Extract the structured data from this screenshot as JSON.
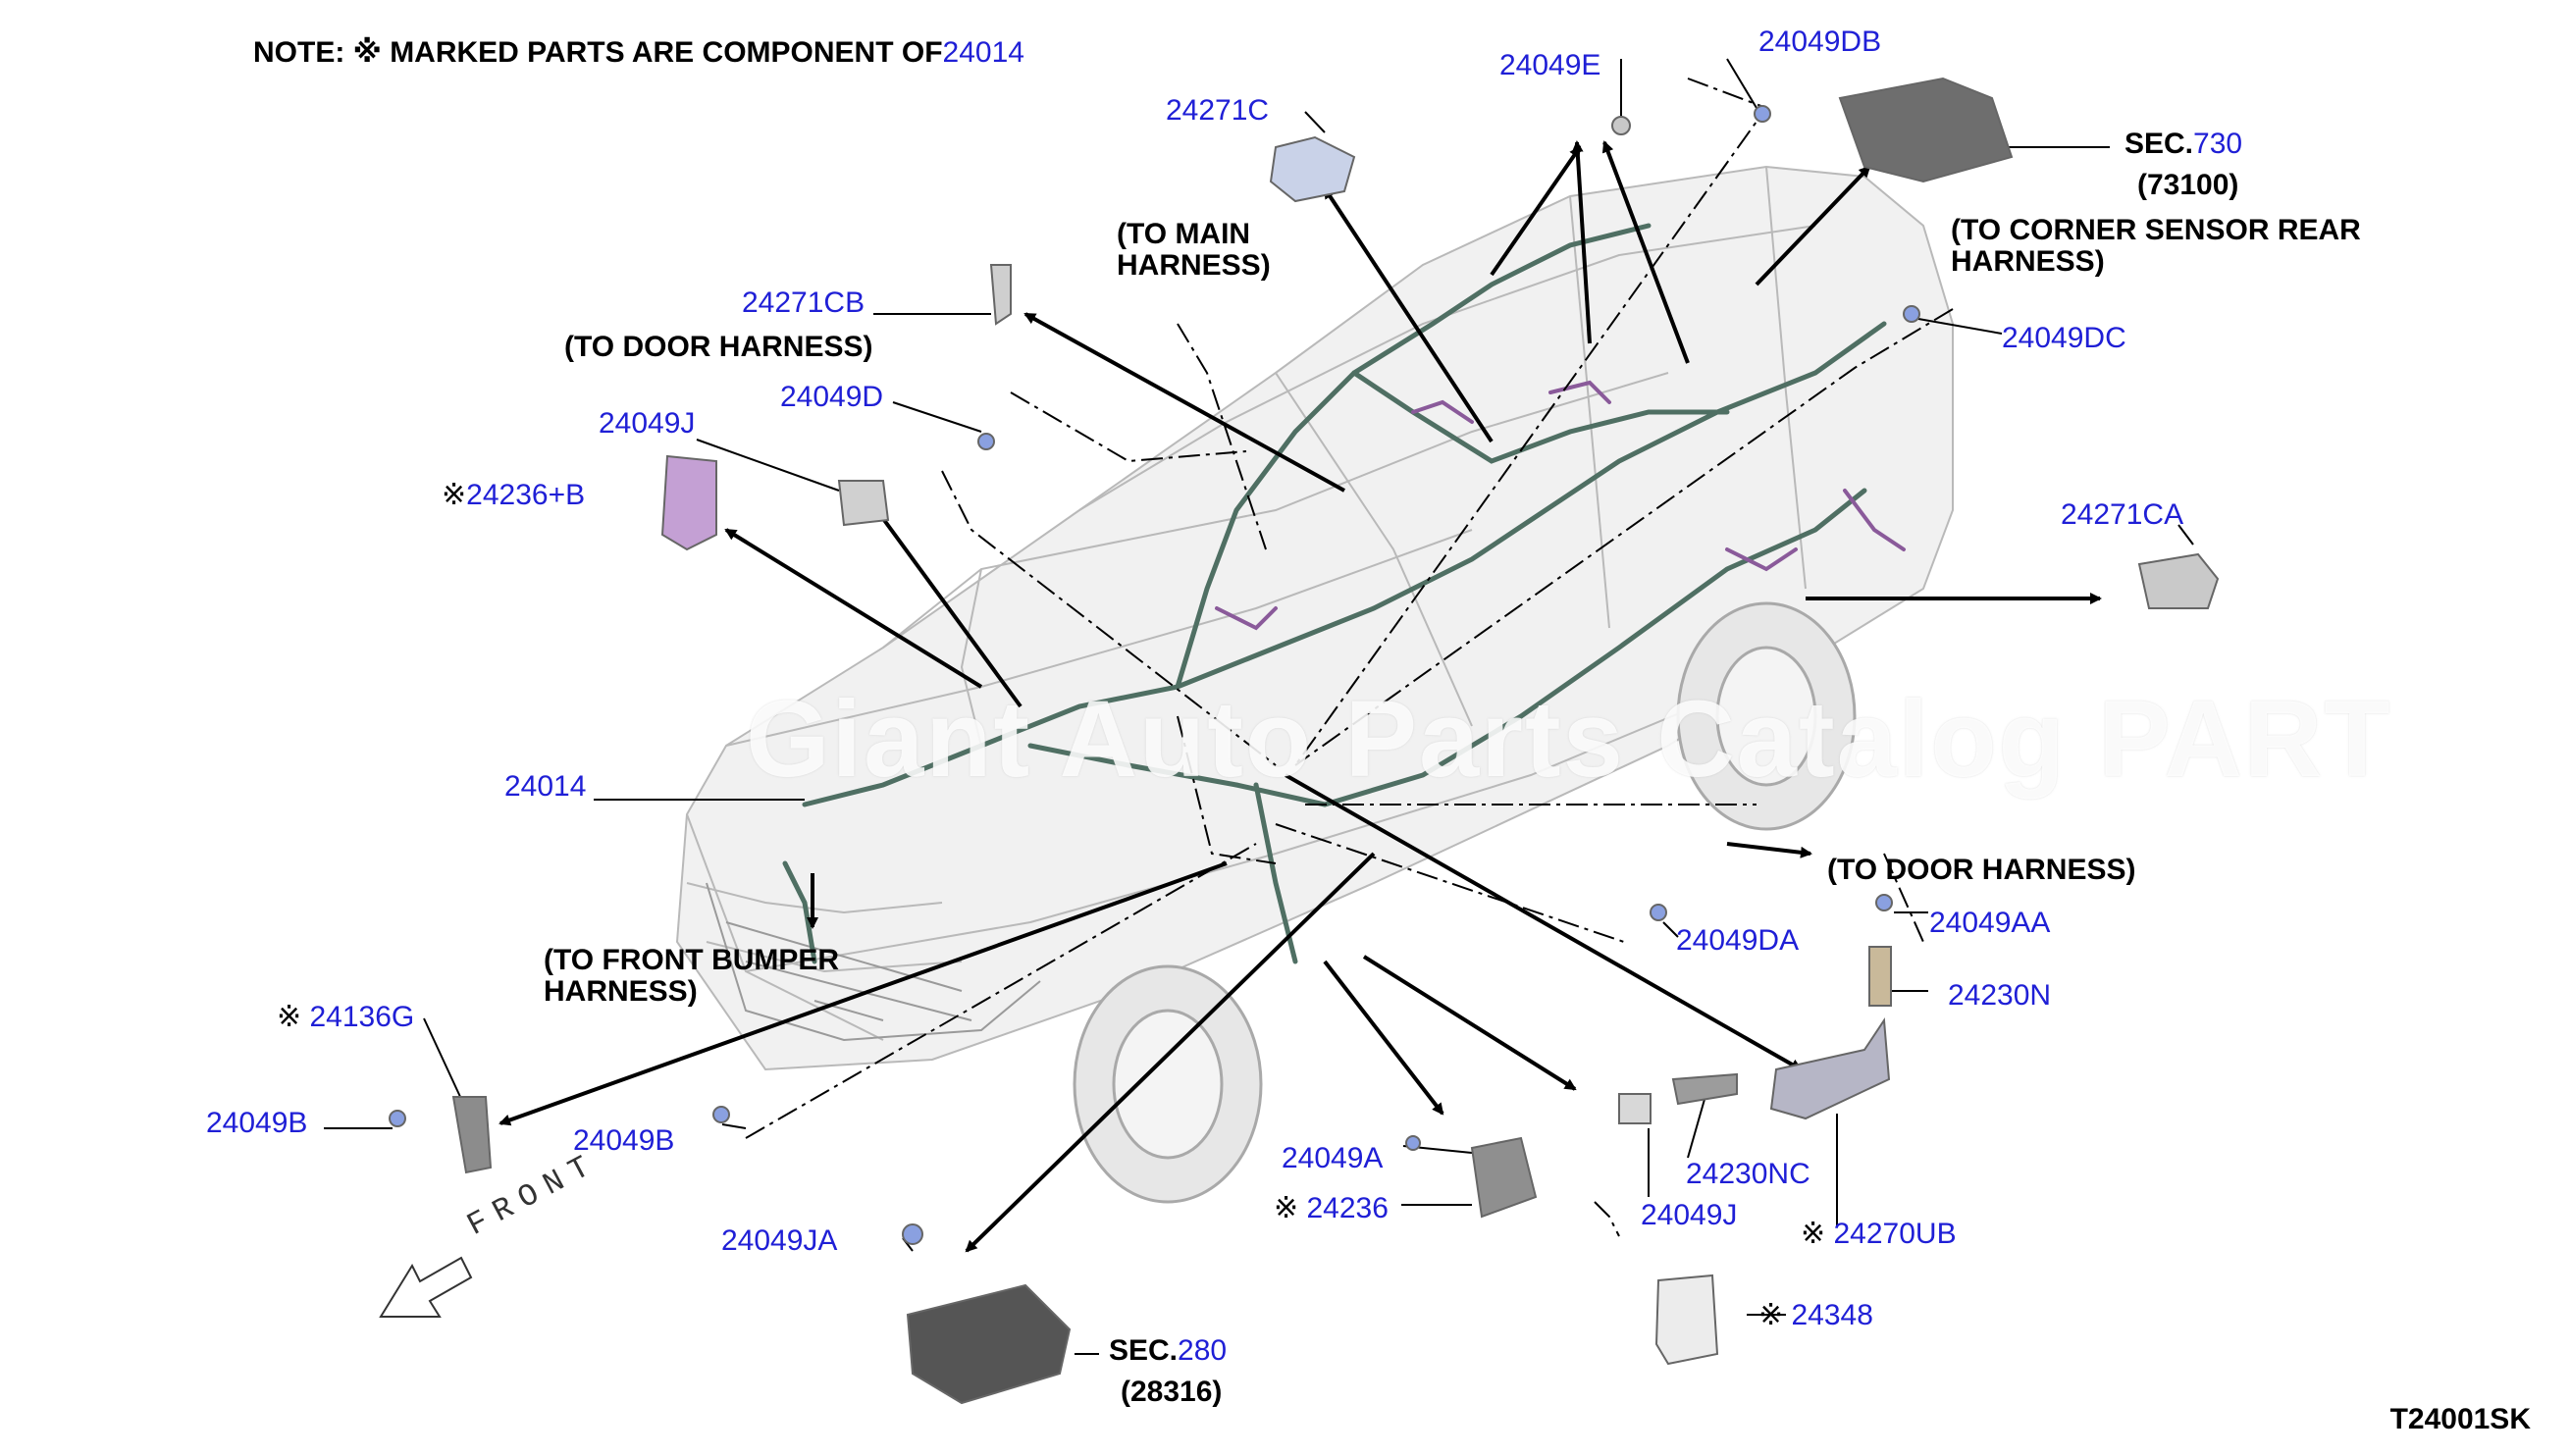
{
  "note": {
    "prefix": "NOTE:",
    "mark": "※",
    "text": "MARKED PARTS ARE COMPONENT OF",
    "part": "24014"
  },
  "diagram_code": "T24001SK",
  "watermark": "Giant Auto Parts Catalog PART",
  "front_label": "FRONT",
  "callouts": {
    "p24271C": "24271C",
    "p24049E": "24049E",
    "p24049DB": "24049DB",
    "p24271CB": "24271CB",
    "p24049D": "24049D",
    "p24049J_top": "24049J",
    "p24236B": "24236+B",
    "p24014": "24014",
    "p24049DC": "24049DC",
    "p24271CA": "24271CA",
    "p24049DA": "24049DA",
    "p24049AA": "24049AA",
    "p24230N": "24230N",
    "p24136G": "24136G",
    "p24049B_left": "24049B",
    "p24049B_mid": "24049B",
    "p24049A": "24049A",
    "p24236": "24236",
    "p24049JA": "24049JA",
    "p24230NC": "24230NC",
    "p24049J_bottom": "24049J",
    "p24270UB": "24270UB",
    "p24348": "24348"
  },
  "sections": {
    "sec730": {
      "prefix": "SEC.",
      "num": "730",
      "sub": "(73100)"
    },
    "sec280": {
      "prefix": "SEC.",
      "num": "280",
      "sub": "(28316)"
    }
  },
  "harness_labels": {
    "main": [
      "(TO MAIN",
      "HARNESS)"
    ],
    "door_top": "(TO DOOR HARNESS)",
    "corner": [
      "(TO CORNER SENSOR REAR",
      "HARNESS)"
    ],
    "door_right": "(TO DOOR HARNESS)",
    "bumper": [
      "(TO FRONT BUMPER",
      "HARNESS)"
    ]
  },
  "mark_symbol": "※"
}
